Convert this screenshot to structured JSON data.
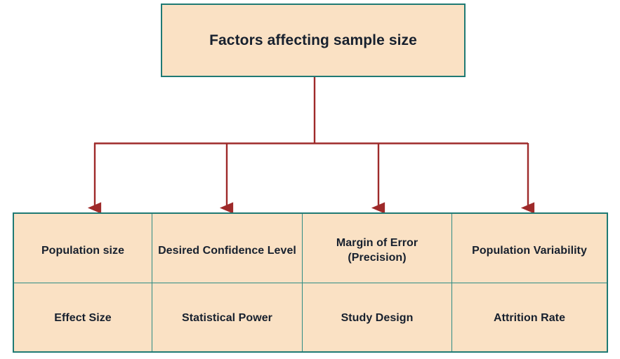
{
  "diagram": {
    "title": "Factors affecting sample size",
    "type": "hierarchy-tree",
    "colors": {
      "box_fill": "#fae1c4",
      "box_border": "#1f7a74",
      "inner_divider": "#2e8b84",
      "connector": "#9e2a2a",
      "text": "#17202e",
      "background": "#ffffff"
    }
  },
  "root": {
    "label": "Factors affecting sample size"
  },
  "connectors": {
    "stem_label": "root-stem",
    "bus_label": "horizontal-bus",
    "arrow_count": 4,
    "arrow_targets": [
      "Population size",
      "Desired Confidence Level",
      "Margin of Error (Precision)",
      "Population Variability"
    ]
  },
  "factors": {
    "rows": [
      {
        "cells": [
          {
            "label": "Population size"
          },
          {
            "label": "Desired Confidence Level"
          },
          {
            "label": "Margin of Error (Precision)"
          },
          {
            "label": "Population Variability"
          }
        ]
      },
      {
        "cells": [
          {
            "label": "Effect Size"
          },
          {
            "label": "Statistical Power"
          },
          {
            "label": "Study Design"
          },
          {
            "label": "Attrition Rate"
          }
        ]
      }
    ]
  }
}
